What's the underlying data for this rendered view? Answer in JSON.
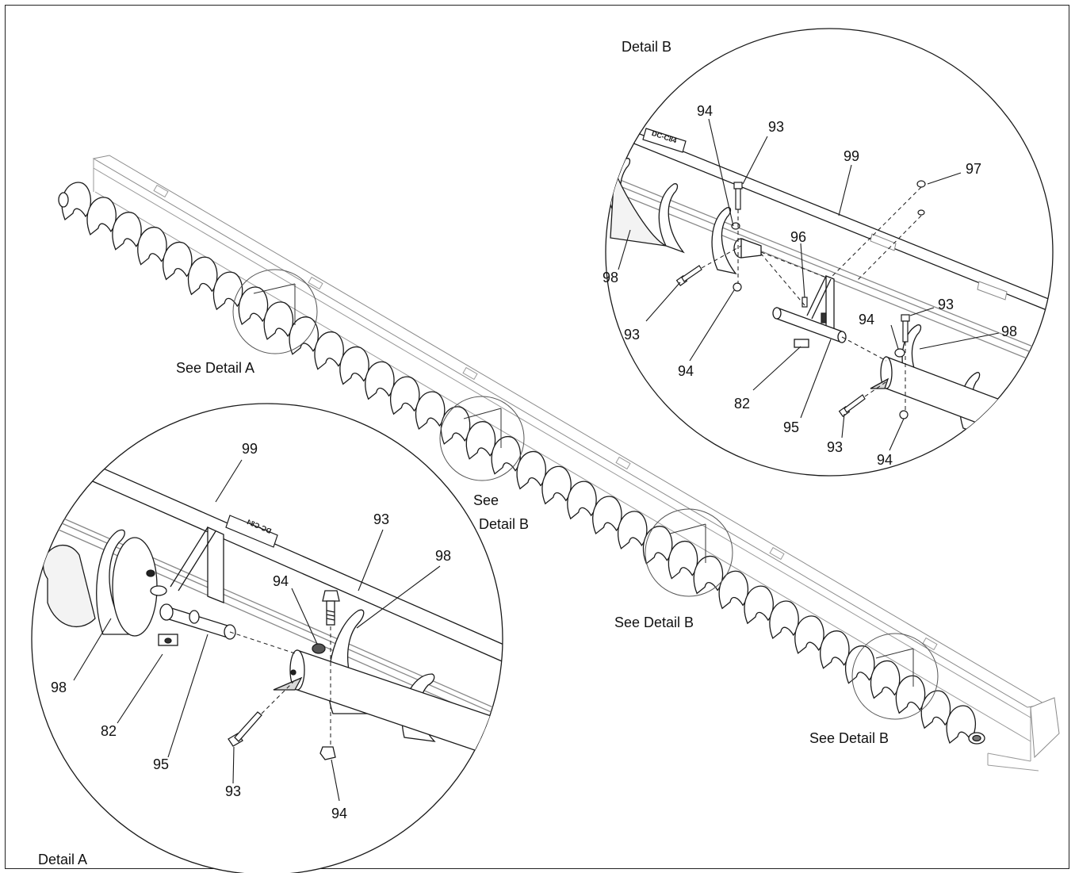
{
  "detail_titles": {
    "detail_a": "Detail A",
    "detail_b": "Detail B"
  },
  "see_labels": {
    "see_a": "See Detail A",
    "see_b_center_line1": "See",
    "see_b_center_line2": "Detail B",
    "see_b_lower": "See Detail B",
    "see_b_end": "See Detail B"
  },
  "decal_text": "DC-C84",
  "callouts": {
    "a_99": "99",
    "a_93_top": "93",
    "a_98_right": "98",
    "a_94_top": "94",
    "a_98_left": "98",
    "a_82": "82",
    "a_95": "95",
    "a_93_bottom": "93",
    "a_94_bottom": "94",
    "b_94_top": "94",
    "b_93_top": "93",
    "b_99": "99",
    "b_97": "97",
    "b_96": "96",
    "b_98_left": "98",
    "b_93_left": "93",
    "b_94_left": "94",
    "b_93_right": "93",
    "b_94_right": "94",
    "b_98_right": "98",
    "b_82": "82",
    "b_95": "95",
    "b_93_bottom": "93",
    "b_94_bottom": "94"
  },
  "colors": {
    "line": "#1a1a1a",
    "light_line": "#9a9a9a",
    "flight_fill": "#ffffff",
    "flight_shade": "#d8d8d8"
  }
}
